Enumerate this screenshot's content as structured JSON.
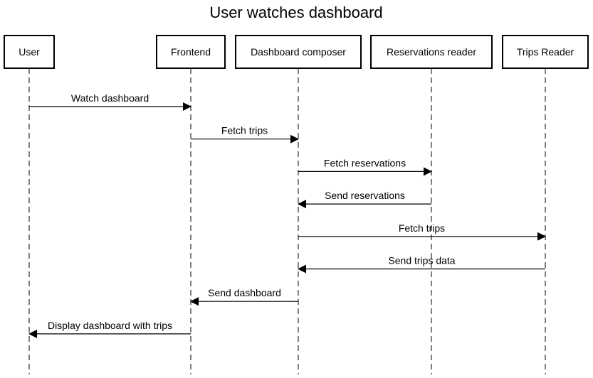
{
  "diagram": {
    "title": "User watches dashboard",
    "participants": [
      {
        "id": "user",
        "label": "User"
      },
      {
        "id": "frontend",
        "label": "Frontend"
      },
      {
        "id": "composer",
        "label": "Dashboard composer"
      },
      {
        "id": "reservations",
        "label": "Reservations reader"
      },
      {
        "id": "trips",
        "label": "Trips Reader"
      }
    ],
    "messages": [
      {
        "from": "user",
        "to": "frontend",
        "label": "Watch dashboard"
      },
      {
        "from": "frontend",
        "to": "composer",
        "label": "Fetch trips"
      },
      {
        "from": "composer",
        "to": "reservations",
        "label": "Fetch reservations"
      },
      {
        "from": "reservations",
        "to": "composer",
        "label": "Send reservations"
      },
      {
        "from": "composer",
        "to": "trips",
        "label": "Fetch trips"
      },
      {
        "from": "trips",
        "to": "composer",
        "label": "Send trips data"
      },
      {
        "from": "composer",
        "to": "frontend",
        "label": "Send dashboard"
      },
      {
        "from": "frontend",
        "to": "user",
        "label": "Display dashboard with trips"
      }
    ]
  }
}
